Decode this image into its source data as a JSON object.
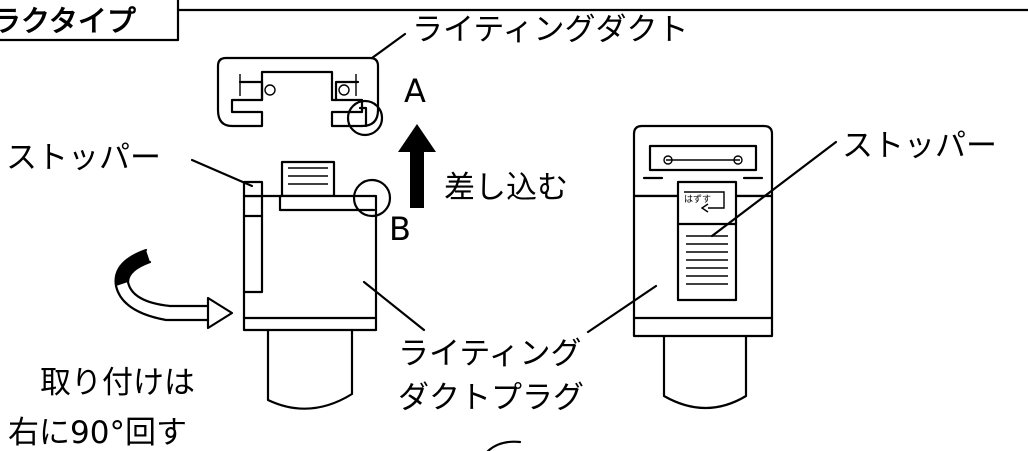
{
  "section_tag": "ラクタイプ",
  "labels": {
    "lighting_duct": "ライティングダクト",
    "point_a": "A",
    "point_b": "B",
    "stopper_left": "ストッパー",
    "stopper_right": "ストッパー",
    "insert": "差し込む",
    "plug_line1": "ライティング",
    "plug_line2": "ダクトプラグ",
    "install_line1": "取り付けは",
    "install_line2": "右に90°回す",
    "release_tab": "はずす"
  }
}
